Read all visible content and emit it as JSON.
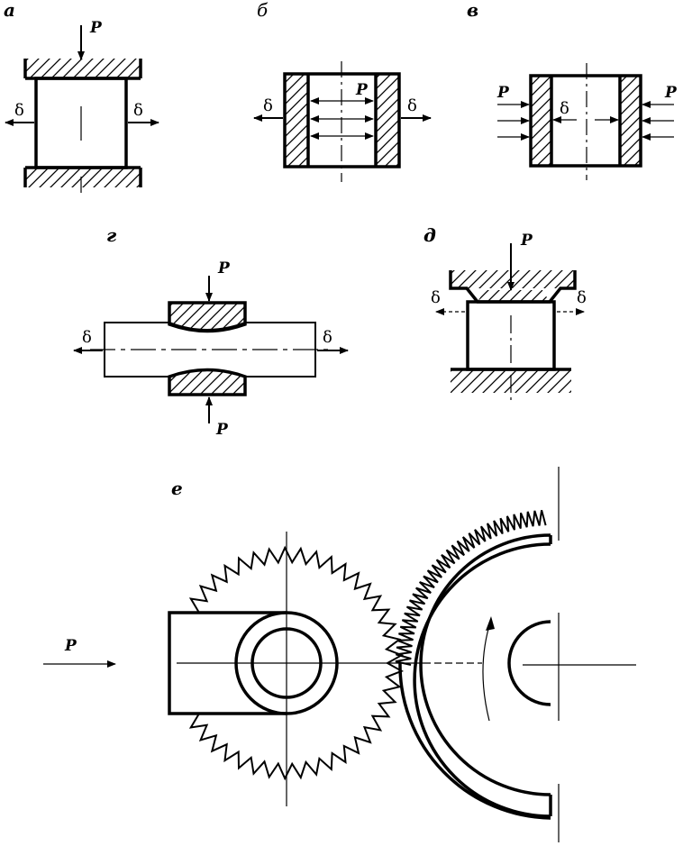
{
  "panels": {
    "a": {
      "letter": "а",
      "force": "P",
      "disp_left": "δ",
      "disp_right": "δ"
    },
    "b": {
      "letter": "б",
      "force": "P",
      "disp_left": "δ",
      "disp_right": "δ"
    },
    "v": {
      "letter": "в",
      "force_left": "P",
      "force_right": "P",
      "disp": "δ"
    },
    "g": {
      "letter": "г",
      "force_top": "P",
      "force_bottom": "P",
      "disp_left": "δ",
      "disp_right": "δ"
    },
    "d": {
      "letter": "д",
      "force": "P",
      "disp_left": "δ",
      "disp_right": "δ"
    },
    "e": {
      "letter": "е",
      "force": "P"
    }
  },
  "colors": {
    "ink": "#000000",
    "paper": "#ffffff"
  }
}
